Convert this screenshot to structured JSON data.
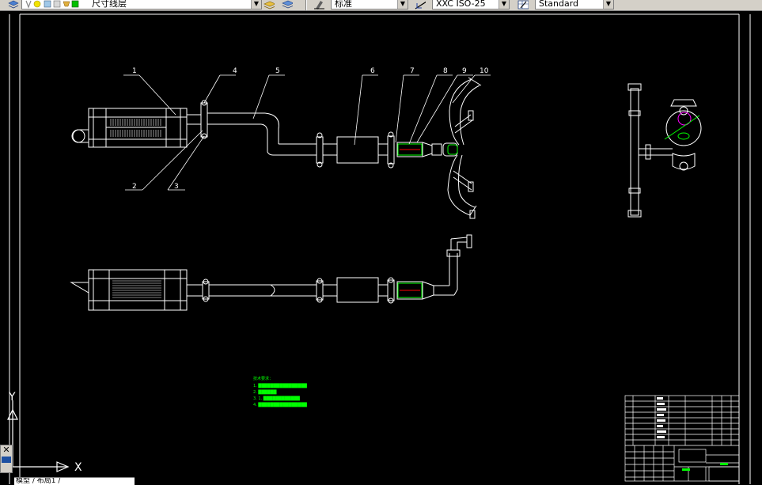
{
  "toolbar": {
    "layer_name": "尺寸线层",
    "text_style": "标准",
    "dim_style": "ISO-25",
    "dim_style_prefix": "XXC",
    "table_style": "Standard",
    "layer_color": "#00c000"
  },
  "drawing": {
    "part_numbers": [
      "1",
      "2",
      "3",
      "4",
      "5",
      "6",
      "7",
      "8",
      "9",
      "10"
    ],
    "technical_requirements": {
      "title": "技术要求：",
      "items": [
        "1. ████████████████",
        "2. ██████",
        "3. 1. ████████████",
        "4. ████████████████"
      ]
    },
    "ucs": {
      "x_label": "X",
      "y_label": "Y"
    },
    "colors": {
      "geometry": "#ffffff",
      "highlight_green": "#00ff00",
      "highlight_red": "#ff0000",
      "magenta": "#ff00ff"
    }
  },
  "layout_tab": {
    "label": "模型 / 布局1 /"
  }
}
